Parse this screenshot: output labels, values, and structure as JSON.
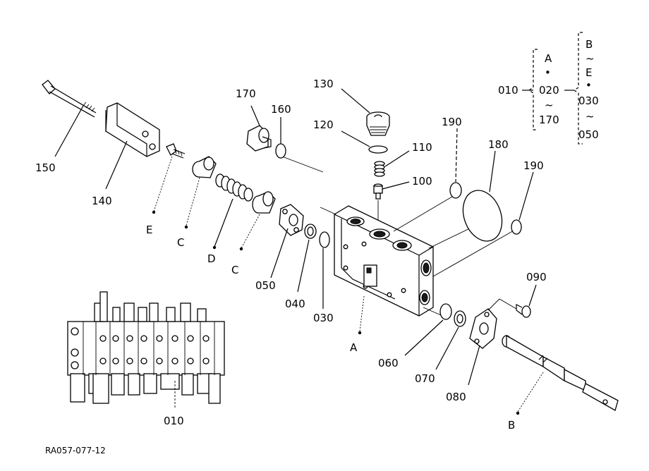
{
  "labels": {
    "p150": "150",
    "p140": "140",
    "p170": "170",
    "p160": "160",
    "p130": "130",
    "p120": "120",
    "p110": "110",
    "p100": "100",
    "p190a": "190",
    "p180": "180",
    "p190b": "190",
    "p090": "090",
    "p050": "050",
    "p040": "040",
    "p030": "030",
    "p060": "060",
    "p070": "070",
    "p080": "080",
    "p010_bottom": "010",
    "refE": "E",
    "refC1": "C",
    "refD": "D",
    "refC2": "C",
    "refA": "A",
    "refB": "B"
  },
  "legend": {
    "root": "010",
    "mid_a": "A",
    "mid_dot": "•",
    "mid_020": "020",
    "mid_tilde": "~",
    "mid_170": "170",
    "right_b": "B",
    "right_tilde1": "~",
    "right_e": "E",
    "right_dot": "•",
    "right_030": "030",
    "right_tilde2": "~",
    "right_050": "050"
  },
  "figure_code": "RA057-077-12"
}
